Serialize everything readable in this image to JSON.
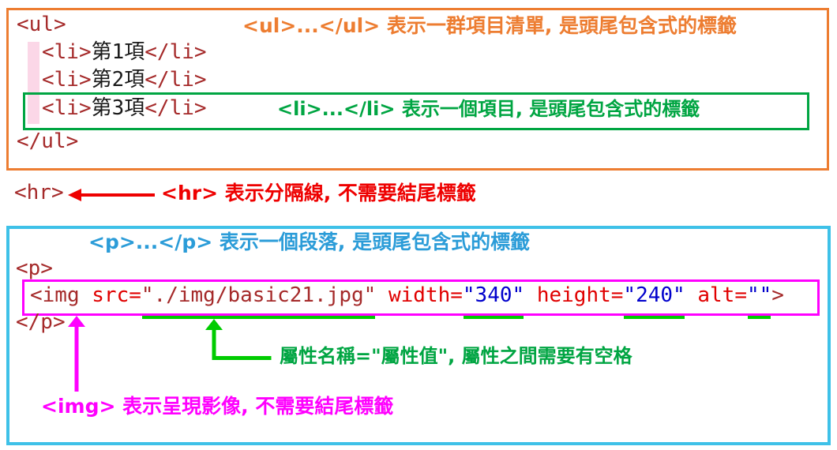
{
  "colors": {
    "orange": "#ED7D31",
    "li-green": "#00A542",
    "bright-green": "#00CC00",
    "cyan": "#3EC1E8",
    "blue-text": "#2B9CD8",
    "magenta": "#FF00FF",
    "red": "#EE0000",
    "code-tag": "#A52A2A",
    "code-attr": "#E00000",
    "code-value": "#0000CC",
    "code-text": "#1A1A1A",
    "pink": "#FBD7E7"
  },
  "ul_section": {
    "code": {
      "ul_open": "<ul>",
      "li1": {
        "open": "<li>",
        "text": "第1項",
        "close": "</li>"
      },
      "li2": {
        "open": "<li>",
        "text": "第2項",
        "close": "</li>"
      },
      "li3": {
        "open": "<li>",
        "text": "第3項",
        "close": "</li>"
      },
      "ul_close": "</ul>"
    },
    "ul_annotation": {
      "tag": "<ul>...</ul>",
      "text": " 表示一群項目清單, 是頭尾包含式的標籤"
    },
    "li_annotation": {
      "tag": "<li>...</li>",
      "text": " 表示一個項目, 是頭尾包含式的標籤"
    }
  },
  "hr_section": {
    "code": "<hr>",
    "annotation": {
      "tag": "<hr>",
      "text": " 表示分隔線, 不需要結尾標籤"
    }
  },
  "p_section": {
    "p_annotation": {
      "tag": "<p>...</p>",
      "text": " 表示一個段落, 是頭尾包含式的標籤"
    },
    "code": {
      "p_open": "<p>",
      "img": {
        "tag_open": "<img ",
        "src_name": "src=",
        "src_value": "\"./img/basic21.jpg\"",
        "width_name": " width=",
        "width_value": "\"340\"",
        "height_name": " height=",
        "height_value": "\"240\"",
        "alt_name": " alt=",
        "alt_value": "\"\"",
        "tag_end": ">"
      },
      "p_close": "</p>"
    },
    "attr_annotation": "屬性名稱=\"屬性值\", 屬性之間需要有空格",
    "img_annotation": {
      "tag": "<img>",
      "text": " 表示呈現影像, 不需要結尾標籤"
    }
  }
}
